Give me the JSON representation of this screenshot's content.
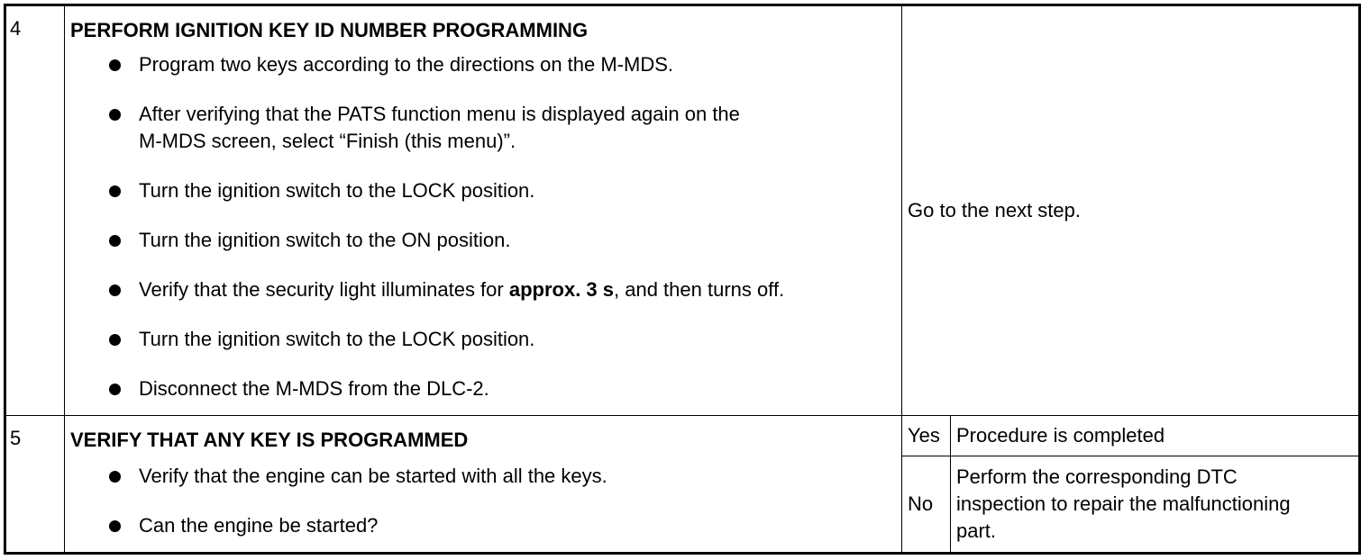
{
  "steps": [
    {
      "number": "4",
      "title": "PERFORM IGNITION KEY ID NUMBER PROGRAMMING",
      "bullets": [
        {
          "text": "Program two keys according to the directions on the M-MDS."
        },
        {
          "line1": "After verifying that the PATS function menu is displayed again on the",
          "line2": "M-MDS screen, select “Finish (this menu)”."
        },
        {
          "text": "Turn the ignition switch to the LOCK position."
        },
        {
          "text": "Turn the ignition switch to the ON position."
        },
        {
          "pre": "Verify that the security light illuminates for ",
          "bold": "approx. 3 s",
          "post": ", and then turns off."
        },
        {
          "text": "Turn the ignition switch to the LOCK position."
        },
        {
          "text": "Disconnect the M-MDS from the DLC-2."
        }
      ],
      "action": "Go to the next step."
    },
    {
      "number": "5",
      "title": "VERIFY THAT ANY KEY IS PROGRAMMED",
      "bullets": [
        {
          "text": "Verify that the engine can be started with all the keys."
        },
        {
          "text": "Can the engine be started?"
        }
      ],
      "yes_label": "Yes",
      "yes_action": "Procedure is completed",
      "no_label": "No",
      "no_action_lines": [
        "Perform the corresponding DTC",
        "inspection to repair the malfunctioning",
        "part."
      ]
    }
  ]
}
